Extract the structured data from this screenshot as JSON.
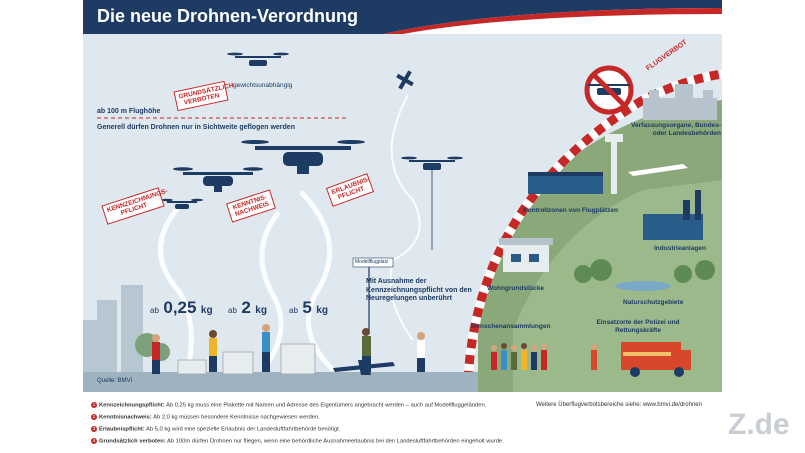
{
  "title": "Die neue Drohnen-Verordnung",
  "altitude": {
    "limit": "ab 100 m Flughöhe",
    "line_of_sight": "Generell dürfen Drohnen nur in Sichtweite geflogen werden"
  },
  "forbidden": {
    "tag": "GRUNDSÄTZLICH VERBOTEN",
    "note": "gewichtsunabhängig",
    "sign": "FLUGVERBOT"
  },
  "tags": {
    "labeling": "KENNZEICHNUNGS-PFLICHT",
    "knowledge": "KENNTNIS-NACHWEIS",
    "permit": "ERLAUBNIS-PFLICHT"
  },
  "weights": [
    {
      "prefix": "ab",
      "value": "0,25",
      "unit": "kg"
    },
    {
      "prefix": "ab",
      "value": "2",
      "unit": "kg"
    },
    {
      "prefix": "ab",
      "value": "5",
      "unit": "kg"
    }
  ],
  "model_field": {
    "sign": "Modellflugplatz",
    "exception": "Mit Ausnahme der Kennzeichnungspflicht von den Neuregelungen unberührt"
  },
  "zones": {
    "government": "Verfassungsorgane, Bundes- oder Landesbehörden",
    "airports": "Kontrollzonen von Flugplätzen",
    "industry": "Industrieanlagen",
    "residential": "Wohngrundstücke",
    "nature": "Naturschutzgebiete",
    "crowds": "Menschenansammlungen",
    "emergency": "Einsatzorte der Polizei und Rettungskräfte"
  },
  "source": "Quelle: BMVI",
  "footnotes": [
    {
      "num": "1",
      "term": "Kennzeichnungspflicht:",
      "text": " Ab 0,25 kg muss eine Plakette mit Namen und Adresse des Eigentümers angebracht werden – auch auf Modellfluggeländen."
    },
    {
      "num": "2",
      "term": "Kenntnisnachweis:",
      "text": " Ab 2,0 kg müssen besondere Kenntnisse nachgewiesen werden."
    },
    {
      "num": "3",
      "term": "Erlaubnispflicht:",
      "text": " Ab 5,0 kg wird eine spezielle Erlaubnis der Landesluftfahrtbehörde benötigt."
    },
    {
      "num": "4",
      "term": "Grundsätzlich verboten:",
      "text": " Ab 100m dürfen Drohnen nur fliegen, wenn eine behördliche Ausnahmeerlaubnis bei den Landesluftfahrtbehörden eingeholt wurde."
    }
  ],
  "more_info": "Weitere Überflugverbotsbereiche siehe: www.bmvi.de/drohnen",
  "watermark": "Z.de",
  "colors": {
    "navy": "#1d3b63",
    "red": "#c62828",
    "sky": "#dfe8ee",
    "green": "#8aa87a"
  }
}
